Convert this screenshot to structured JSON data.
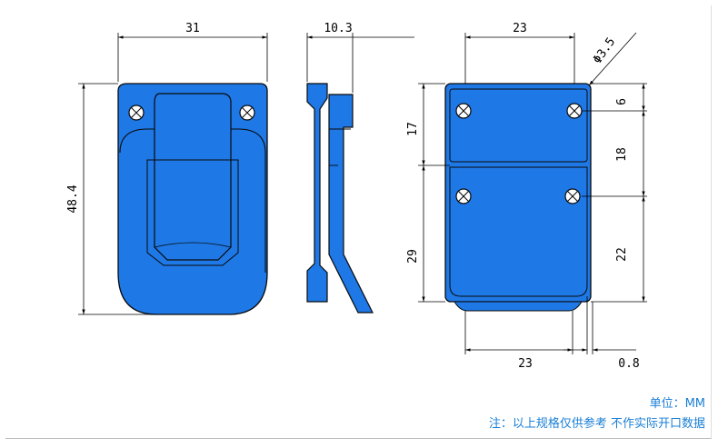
{
  "front_view": {
    "width_dim": "31",
    "height_dim": "48.4"
  },
  "side_view": {
    "depth_dim": "10.3"
  },
  "base_view": {
    "top_width_dim": "23",
    "hole_dia_dim": "Φ3.5",
    "hole_top_offset_dim": "6",
    "hole_spacing_right_dim": "18",
    "lower_holes_dim": "22",
    "upper_height_dim": "17",
    "lower_height_dim": "29",
    "bottom_width_dim": "23",
    "thickness_dim": "0.8"
  },
  "notes": {
    "unit": "单位：MM",
    "disclaimer": "注：以上规格仅供参考 不作实际开口数据"
  },
  "colors": {
    "part_fill": "#1e78e6",
    "outline": "#0a0a0a",
    "dim_line": "#000000",
    "note_text": "#1a7fd6"
  }
}
